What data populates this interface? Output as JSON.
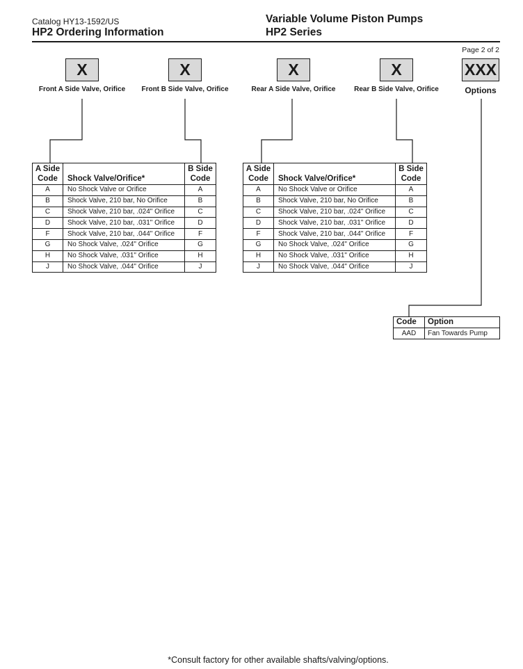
{
  "header": {
    "catalog": "Catalog HY13-1592/US",
    "section_title": "HP2 Ordering Information",
    "product_title": "Variable Volume Piston Pumps",
    "series": "HP2 Series",
    "page": "Page 2 of 2"
  },
  "code_boxes": [
    {
      "code": "X",
      "label": "Front A Side Valve, Orifice"
    },
    {
      "code": "X",
      "label": "Front B Side Valve, Orifice"
    },
    {
      "code": "X",
      "label": "Rear A Side Valve, Orifice"
    },
    {
      "code": "X",
      "label": "Rear B Side Valve, Orifice"
    },
    {
      "code": "XXX",
      "label": "Options"
    }
  ],
  "valve_table": {
    "headers": {
      "a_side_line1": "A Side",
      "a_side_line2": "Code",
      "desc": "Shock Valve/Orifice*",
      "b_side_line1": "B Side",
      "b_side_line2": "Code"
    },
    "rows": [
      {
        "a": "A",
        "desc": "No Shock Valve or Orifice",
        "b": "A"
      },
      {
        "a": "B",
        "desc": "Shock Valve, 210 bar, No Orifice",
        "b": "B"
      },
      {
        "a": "C",
        "desc": "Shock Valve, 210 bar, .024\" Orifice",
        "b": "C"
      },
      {
        "a": "D",
        "desc": "Shock Valve, 210 bar, .031\" Orifice",
        "b": "D"
      },
      {
        "a": "F",
        "desc": "Shock Valve, 210 bar, .044\" Orifice",
        "b": "F"
      },
      {
        "a": "G",
        "desc": "No Shock Valve, .024\" Orifice",
        "b": "G"
      },
      {
        "a": "H",
        "desc": "No Shock Valve, .031\" Orifice",
        "b": "H"
      },
      {
        "a": "J",
        "desc": "No Shock Valve, .044\" Orifice",
        "b": "J"
      }
    ]
  },
  "options_table": {
    "headers": {
      "code": "Code",
      "option": "Option"
    },
    "rows": [
      {
        "code": "AAD",
        "option": "Fan Towards Pump"
      }
    ]
  },
  "footnote": "*Consult factory for other available shafts/valving/options."
}
